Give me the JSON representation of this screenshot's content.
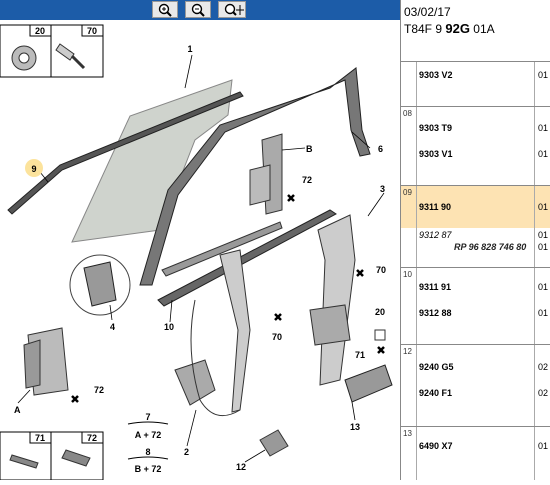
{
  "toolbar": {
    "zoom_in_icon": "zoom-in-icon",
    "zoom_out_icon": "zoom-out-icon",
    "zoom_move_icon": "zoom-move-icon"
  },
  "header": {
    "date": "03/02/17",
    "ref_prefix": "T84F 9 ",
    "ref_bold": "92G",
    "ref_suffix": " 01A"
  },
  "groups": [
    {
      "num": "",
      "rows": [
        {
          "code": "9303 V2",
          "qty": "01"
        }
      ]
    },
    {
      "num": "08",
      "rows": [
        {
          "code": "9303 T9",
          "qty": "01"
        },
        {
          "code": "9303 V1",
          "qty": "01"
        }
      ]
    },
    {
      "num": "09",
      "rows": [
        {
          "code": "9311 90",
          "qty": "01",
          "highlight": true
        }
      ],
      "sub": {
        "code": "9312 87",
        "ref": "RP 96 828 746 80",
        "qty": "01"
      }
    },
    {
      "num": "10",
      "rows": [
        {
          "code": "9311 91",
          "qty": "01"
        },
        {
          "code": "9312 88",
          "qty": "01"
        }
      ]
    },
    {
      "num": "12",
      "rows": [
        {
          "code": "9240 G5",
          "qty": "02"
        },
        {
          "code": "9240 F1",
          "qty": "02"
        }
      ]
    },
    {
      "num": "13",
      "rows": [
        {
          "code": "6490 X7",
          "qty": "01"
        }
      ]
    }
  ],
  "labels": {
    "n1": "1",
    "n2": "2",
    "n3": "3",
    "n4": "4",
    "n6": "6",
    "n9": "9",
    "n10": "10",
    "n12": "12",
    "n13": "13",
    "n20a": "20",
    "n70a": "70",
    "n20b": "20",
    "n70b": "70",
    "n70c": "70",
    "n71": "71",
    "n72a": "72",
    "n72b": "72",
    "nA": "A",
    "nB": "B",
    "b71": "71",
    "b72": "72",
    "f7": "7",
    "f7b": "A + 72",
    "f8": "8",
    "f8b": "B + 72"
  }
}
